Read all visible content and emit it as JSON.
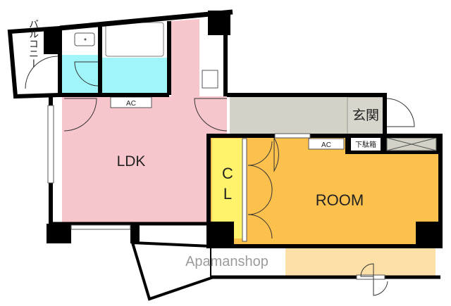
{
  "rooms": {
    "balcony_top": "バルコニー",
    "ldk": "LDK",
    "room": "ROOM",
    "closet_c": "C",
    "closet_l": "L",
    "entrance": "玄関",
    "shoe_box": "下駄箱",
    "ac_ldk": "AC",
    "ac_room": "AC"
  },
  "watermark": "Apamanshop",
  "colors": {
    "ldk": "#f7c6cc",
    "wet": "#9ff5f8",
    "room": "#fcc04d",
    "closet": "#fef36a",
    "hall": "#d4d2c6",
    "wall": "#000000"
  }
}
